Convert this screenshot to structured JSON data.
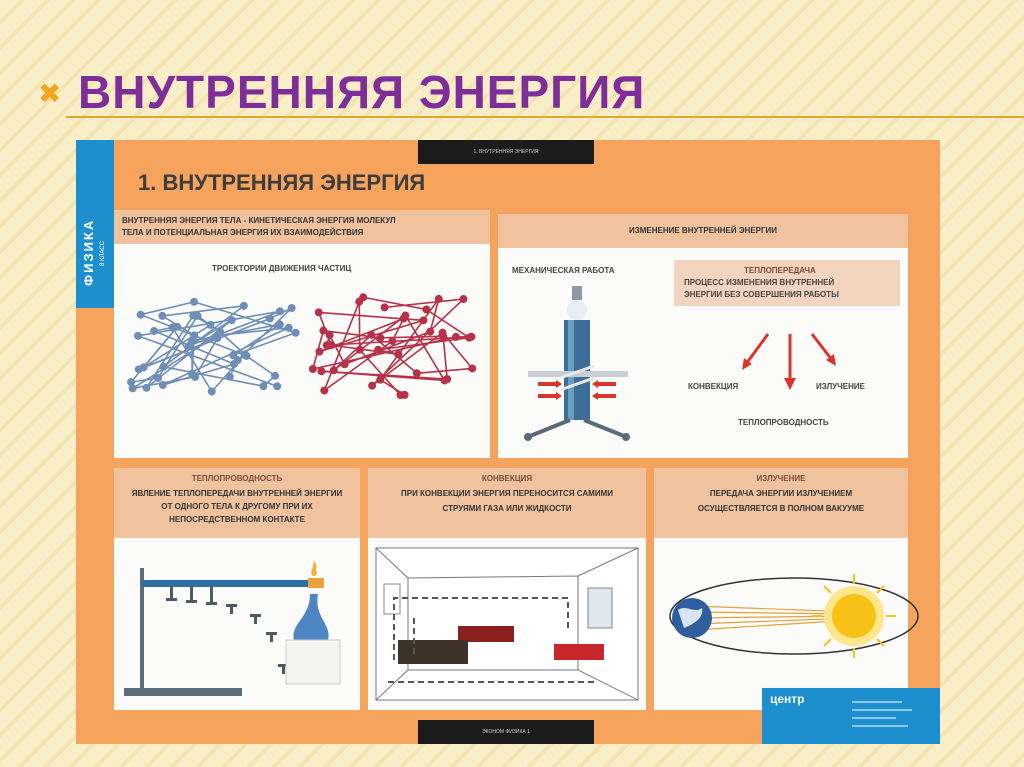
{
  "slide": {
    "title": "ВНУТРЕННЯЯ  ЭНЕРГИЯ",
    "bullet": "✖"
  },
  "poster": {
    "sidebar_label": "ФИЗИКА",
    "sidebar_sub": "8 КЛАСС",
    "top_bar": "1. ВНУТРЕННЯЯ ЭНЕРГИЯ",
    "bottom_bar": "ЭКОНОМ ФИЗИКА 1",
    "title": "1. ВНУТРЕННЯЯ ЭНЕРГИЯ",
    "definition_line1": "ВНУТРЕННЯЯ ЭНЕРГИЯ ТЕЛА - КИНЕТИЧЕСКАЯ ЭНЕРГИЯ МОЛЕКУЛ",
    "definition_line2": "ТЕЛА И ПОТЕНЦИАЛЬНАЯ ЭНЕРГИЯ ИХ ВЗАИМОДЕЙСТВИЯ",
    "trajectories": "ТРОЕКТОРИИ ДВИЖЕНИЯ ЧАСТИЦ",
    "change_head": "ИЗМЕНЕНИЕ ВНУТРЕННЕЙ ЭНЕРГИИ",
    "mech_work": "МЕХАНИЧЕСКАЯ РАБОТА",
    "heat_transfer": "ТЕПЛОПЕРЕДАЧА",
    "heat_transfer_line1": "ПРОЦЕСС ИЗМЕНЕНИЯ ВНУТРЕННЕЙ",
    "heat_transfer_line2": "ЭНЕРГИИ БЕЗ СОВЕРШЕНИЯ РАБОТЫ",
    "convection_label": "КОНВЕКЦИЯ",
    "radiation_label": "ИЗЛУЧЕНИЕ",
    "conduction_label": "ТЕПЛОПРОВОДНОСТЬ",
    "conduction_head": "ТЕПЛОПРОВОДНОСТЬ",
    "conduction_line1": "ЯВЛЕНИЕ ТЕПЛОПЕРЕДАЧИ ВНУТРЕННЕЙ ЭНЕРГИИ",
    "conduction_line2": "ОТ ОДНОГО ТЕЛА К ДРУГОМУ ПРИ ИХ",
    "conduction_line3": "НЕПОСРЕДСТВЕННОМ КОНТАКТЕ",
    "convection_head": "КОНВЕКЦИЯ",
    "convection_line1": "ПРИ КОНВЕКЦИИ ЭНЕРГИЯ ПЕРЕНОСИТСЯ САМИМИ",
    "convection_line2": "СТРУЯМИ ГАЗА ИЛИ ЖИДКОСТИ",
    "radiation_head": "ИЗЛУЧЕНИЕ",
    "radiation_line1": "ПЕРЕДАЧА ЭНЕРГИИ ИЗЛУЧЕНИЕМ",
    "radiation_line2": "ОСУЩЕСТВЛЯЕТСЯ В ПОЛНОМ ВАКУУМЕ",
    "logo": "центр"
  },
  "colors": {
    "title": "#7d2e98",
    "bullet": "#f2a51e",
    "poster_bg": "#f5a35d",
    "sidebar": "#1d8fcf",
    "panel_head": "#f0c29e",
    "arrow_red": "#d9352b",
    "molecule_blue": "#6f8eb5",
    "molecule_red": "#b5324a",
    "sun": "#f7c117"
  }
}
